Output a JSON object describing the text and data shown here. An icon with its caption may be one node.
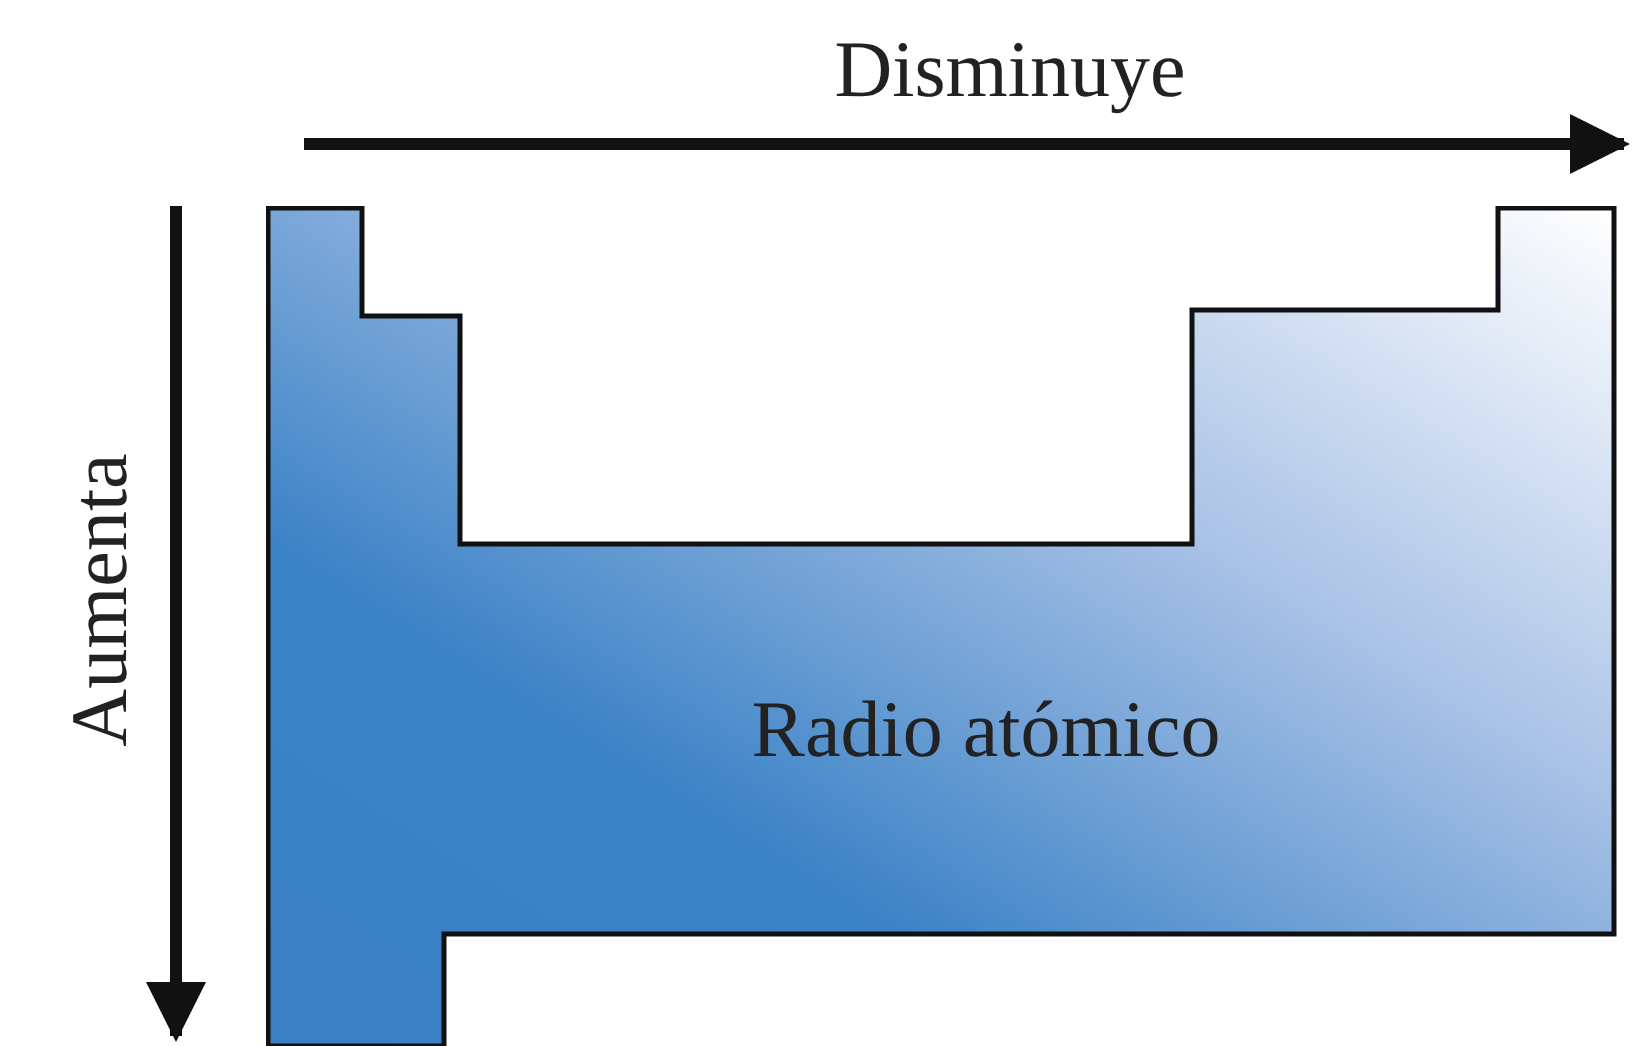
{
  "diagram": {
    "nodes": [
      {
        "text": [
          "Radio atómico"
        ]
      }
    ],
    "labels": [
      "Disminuye",
      "Aumenta"
    ]
  }
}
